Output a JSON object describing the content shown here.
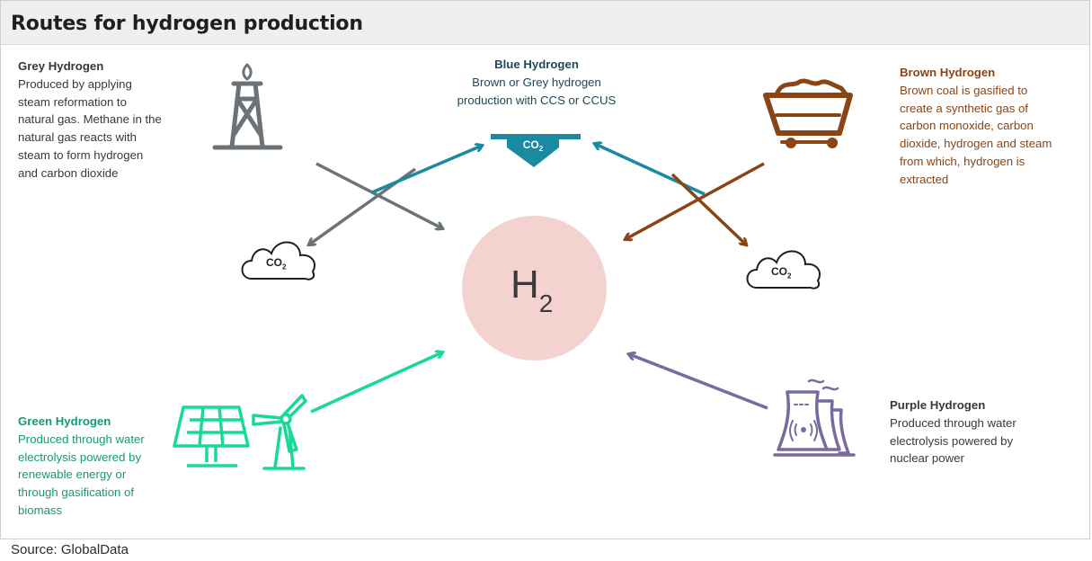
{
  "title": "Routes for hydrogen production",
  "source": "Source: GlobalData",
  "center": {
    "symbol": "H",
    "subscript": "2"
  },
  "co2": {
    "main": "CO",
    "sub": "2"
  },
  "grey": {
    "heading": "Grey Hydrogen",
    "lines": [
      "Produced by applying",
      "steam reformation to",
      "natural gas. Methane in the",
      "natural gas reacts with",
      "steam to form hydrogen",
      "and carbon dioxide"
    ]
  },
  "blue": {
    "heading": "Blue Hydrogen",
    "lines": [
      "Brown or Grey hydrogen",
      "production with CCS or CCUS"
    ]
  },
  "brown": {
    "heading": "Brown Hydrogen",
    "lines": [
      "Brown coal is gasified to",
      "create a synthetic gas of",
      "carbon monoxide, carbon",
      "dioxide, hydrogen and steam",
      "from which, hydrogen is",
      "extracted"
    ]
  },
  "green": {
    "heading": "Green Hydrogen",
    "lines": [
      "Produced through water",
      "electrolysis powered by",
      "renewable energy or",
      "through gasification of",
      "biomass"
    ]
  },
  "purple": {
    "heading": "Purple Hydrogen",
    "lines": [
      "Produced through water",
      "electrolysis powered by",
      "nuclear power"
    ]
  },
  "colors": {
    "grey": "#6b7378",
    "blue": "#1a8aa0",
    "brown": "#8a4514",
    "green": "#19d89a",
    "purple": "#7a6a9e",
    "center": "#f3d2cf"
  }
}
